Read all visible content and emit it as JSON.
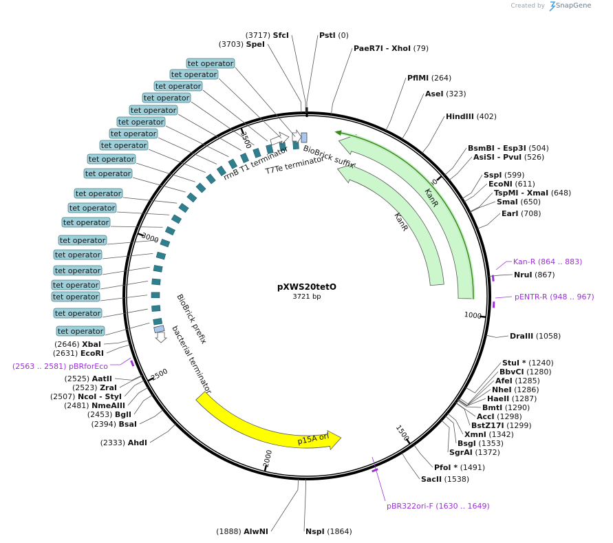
{
  "watermark": {
    "prefix": "Created by",
    "brand": "SnapGene"
  },
  "plasmid": {
    "name": "pXWS20tetO",
    "length_label": "3721 bp",
    "total": 3721
  },
  "ticks": [
    "500",
    "1000",
    "1500",
    "2000",
    "2500",
    "3000",
    "3500"
  ],
  "colors": {
    "kanr_fill": "#ccf7cc",
    "ori_fill": "#ffff00",
    "tet_box": "#9fcfd9",
    "operator_block": "#2f7f8f",
    "primer": "#9b30d9",
    "primer_arc": "#3a8a1a",
    "small_feature": "#a8c8f0"
  },
  "sites_right": [
    {
      "num": "(0)",
      "name": "PstI"
    },
    {
      "name": "PaeR7I",
      "name2": "- XhoI",
      "num": "(79)"
    },
    {
      "name": "PflMI",
      "num": "(264)"
    },
    {
      "name": "AseI",
      "num": "(323)"
    },
    {
      "name": "HindIII",
      "num": "(402)"
    },
    {
      "name": "BsmBI",
      "name2": "- Esp3I",
      "num": "(504)"
    },
    {
      "name": "AsiSI",
      "name2": "- PvuI",
      "num": "(526)"
    },
    {
      "name": "SspI",
      "num": "(599)"
    },
    {
      "name": "EcoNI",
      "num": "(611)"
    },
    {
      "name": "TspMI",
      "name2": "- XmaI",
      "num": "(648)"
    },
    {
      "name": "SmaI",
      "num": "(650)"
    },
    {
      "name": "EarI",
      "num": "(708)"
    },
    {
      "name": "NruI",
      "num": "(867)"
    },
    {
      "name": "DraIII",
      "num": "(1058)"
    },
    {
      "name": "StuI *",
      "num": "(1240)"
    },
    {
      "name": "BbvCI",
      "num": "(1280)"
    },
    {
      "name": "AfeI",
      "num": "(1285)"
    },
    {
      "name": "NheI",
      "num": "(1286)"
    },
    {
      "name": "HaeII",
      "num": "(1287)"
    },
    {
      "name": "BmtI",
      "num": "(1290)"
    },
    {
      "name": "AccI",
      "num": "(1298)"
    },
    {
      "name": "BstZ17I",
      "num": "(1299)"
    },
    {
      "name": "XmnI",
      "num": "(1342)"
    },
    {
      "name": "BsgI",
      "num": "(1353)"
    },
    {
      "name": "SgrAI",
      "num": "(1372)"
    },
    {
      "name": "PfoI *",
      "num": "(1491)"
    },
    {
      "name": "SacII",
      "num": "(1538)"
    },
    {
      "name": "NspI",
      "num": "(1864)"
    }
  ],
  "sites_left": [
    {
      "num": "(3717)",
      "name": "SfcI"
    },
    {
      "num": "(3703)",
      "name": "SpeI"
    },
    {
      "num": "(2646)",
      "name": "XbaI"
    },
    {
      "num": "(2631)",
      "name": "EcoRI"
    },
    {
      "num": "(2525)",
      "name": "AatII"
    },
    {
      "num": "(2523)",
      "name": "ZraI"
    },
    {
      "num": "(2507)",
      "name": "NcoI",
      "name2": "- StyI"
    },
    {
      "num": "(2481)",
      "name": "NmeAIII"
    },
    {
      "num": "(2453)",
      "name": "BglI"
    },
    {
      "num": "(2394)",
      "name": "BsaI"
    },
    {
      "num": "(2333)",
      "name": "AhdI"
    },
    {
      "num": "(1888)",
      "name": "AlwNI"
    }
  ],
  "primers": [
    {
      "name": "Kan-R",
      "range": "(864 .. 883)"
    },
    {
      "name": "pENTR-R",
      "range": "(948 .. 967)"
    },
    {
      "name": "pBR322ori-F",
      "range": "(1630 .. 1649)"
    },
    {
      "range": "(2563 .. 2581)",
      "name": "pBRforEco"
    }
  ],
  "features": {
    "kanr_outer": "KanR",
    "kanr_inner": "KanR",
    "ori": "p15A ori",
    "biobrick_suffix": "BioBrick suffix",
    "t7te": "T7Te terminator",
    "rrnb": "rrnB T1 terminator",
    "biobrick_prefix": "BioBrick prefix",
    "bacterial_terminator": "bacterial terminator"
  },
  "tet_operators": [
    "tet operator",
    "tet operator",
    "tet operator",
    "tet operator",
    "tet operator",
    "tet operator",
    "tet operator",
    "tet operator",
    "tet operator",
    "tet operator",
    "tet operator",
    "tet operator",
    "tet operator",
    "tet operator",
    "tet operator",
    "tet operator",
    "tet operator",
    "tet operator",
    "tet operator",
    "tet operator"
  ]
}
